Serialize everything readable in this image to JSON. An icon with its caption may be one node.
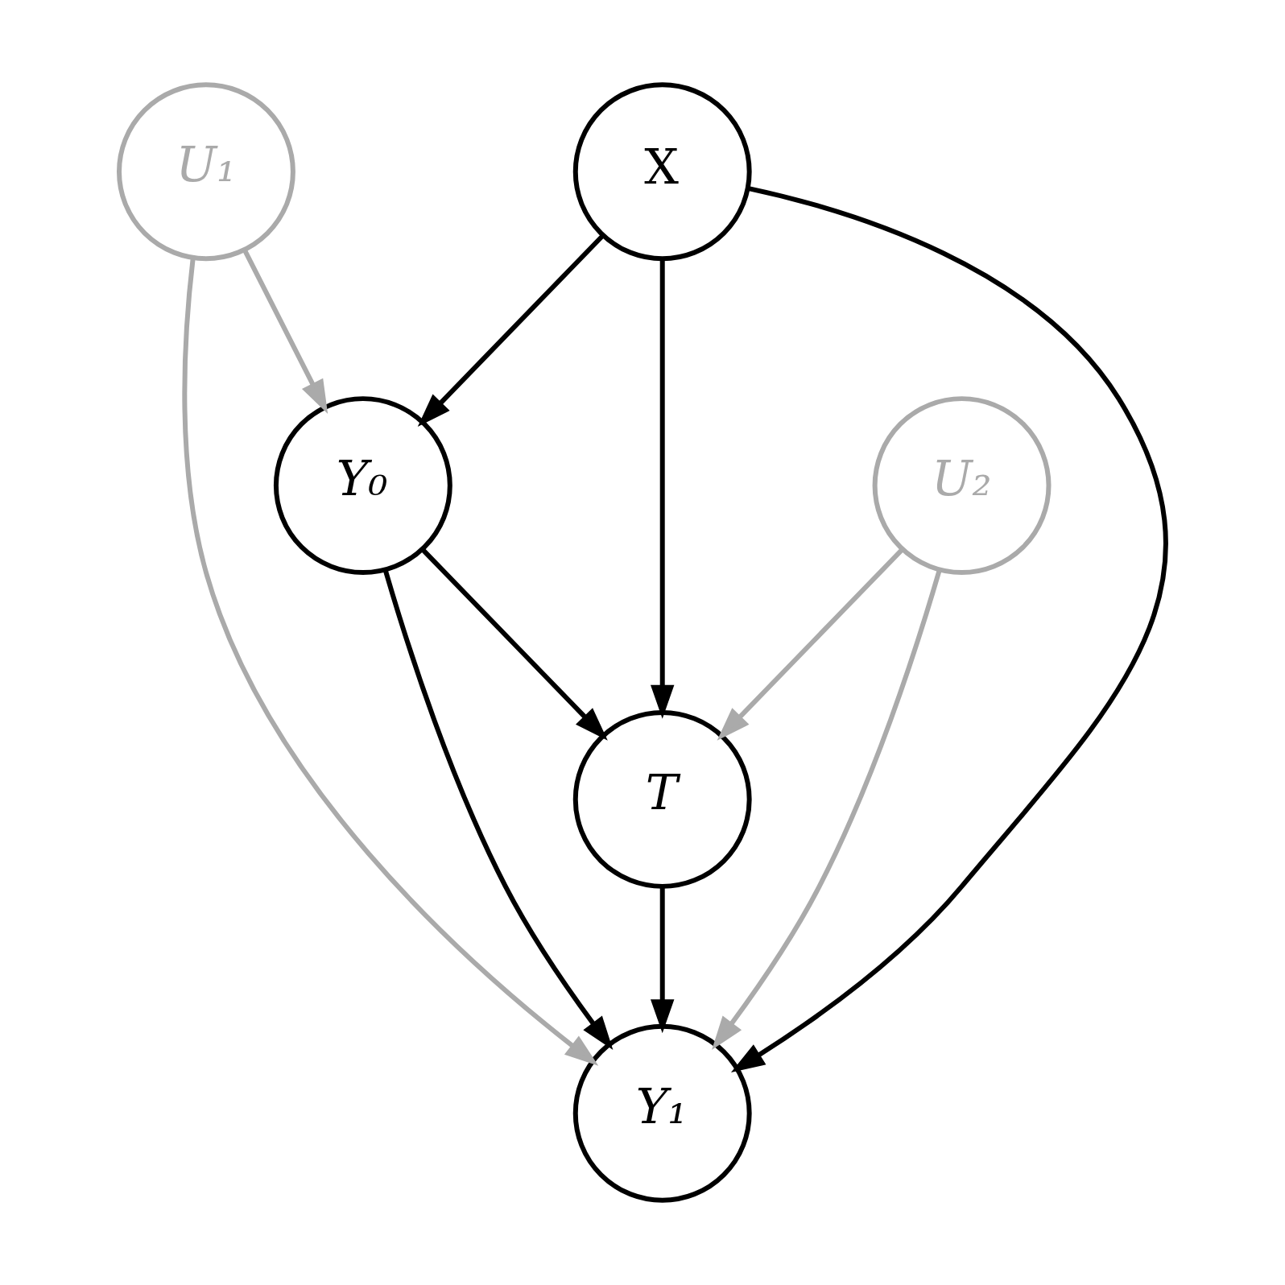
{
  "diagram": {
    "nodes": [
      {
        "text": [
          "U₁"
        ]
      },
      {
        "text": [
          "Y₀"
        ]
      },
      {
        "text": [
          "Y₁"
        ]
      },
      {
        "text": [
          "T"
        ]
      },
      {
        "text": [
          "U₂"
        ]
      },
      {
        "text": [
          "X"
        ]
      }
    ],
    "edges": [
      {
        "from": 0,
        "to": 1,
        "arrow": "to",
        "color": "#aaaaaa"
      },
      {
        "from": 0,
        "to": 2,
        "arrow": "to",
        "color": "#aaaaaa"
      },
      {
        "from": 1,
        "to": 2,
        "arrow": "to"
      },
      {
        "from": 1,
        "to": 3,
        "arrow": "to"
      },
      {
        "from": 3,
        "to": 2,
        "arrow": "to"
      },
      {
        "from": 5,
        "to": 1,
        "arrow": "to"
      },
      {
        "from": 5,
        "to": 3,
        "arrow": "to"
      },
      {
        "from": 5,
        "to": 2,
        "arrow": "to"
      },
      {
        "from": 4,
        "to": 3,
        "arrow": "to",
        "color": "#aaaaaa"
      },
      {
        "from": 4,
        "to": 2,
        "arrow": "to",
        "color": "#aaaaaa"
      }
    ]
  }
}
